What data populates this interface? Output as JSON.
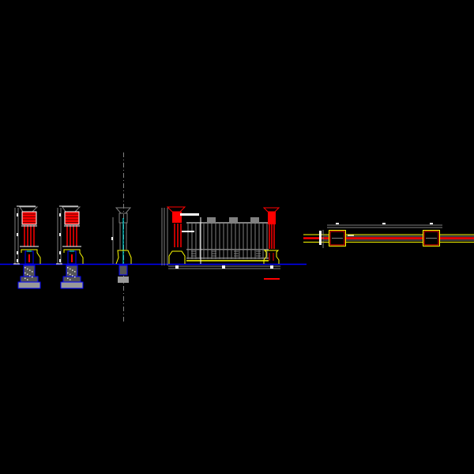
{
  "drawing": {
    "background": "#000000",
    "colors": {
      "ground": "#0000ff",
      "pier": "#ff0000",
      "outline": "#ffff00",
      "steel": "#808080",
      "dimension": "#ffffff",
      "axis": "#00ffff",
      "centerline": "#808080"
    },
    "views": [
      "pier-elevation-1",
      "pier-elevation-2",
      "pier-side-section",
      "gate-elevation",
      "gate-plan"
    ]
  }
}
